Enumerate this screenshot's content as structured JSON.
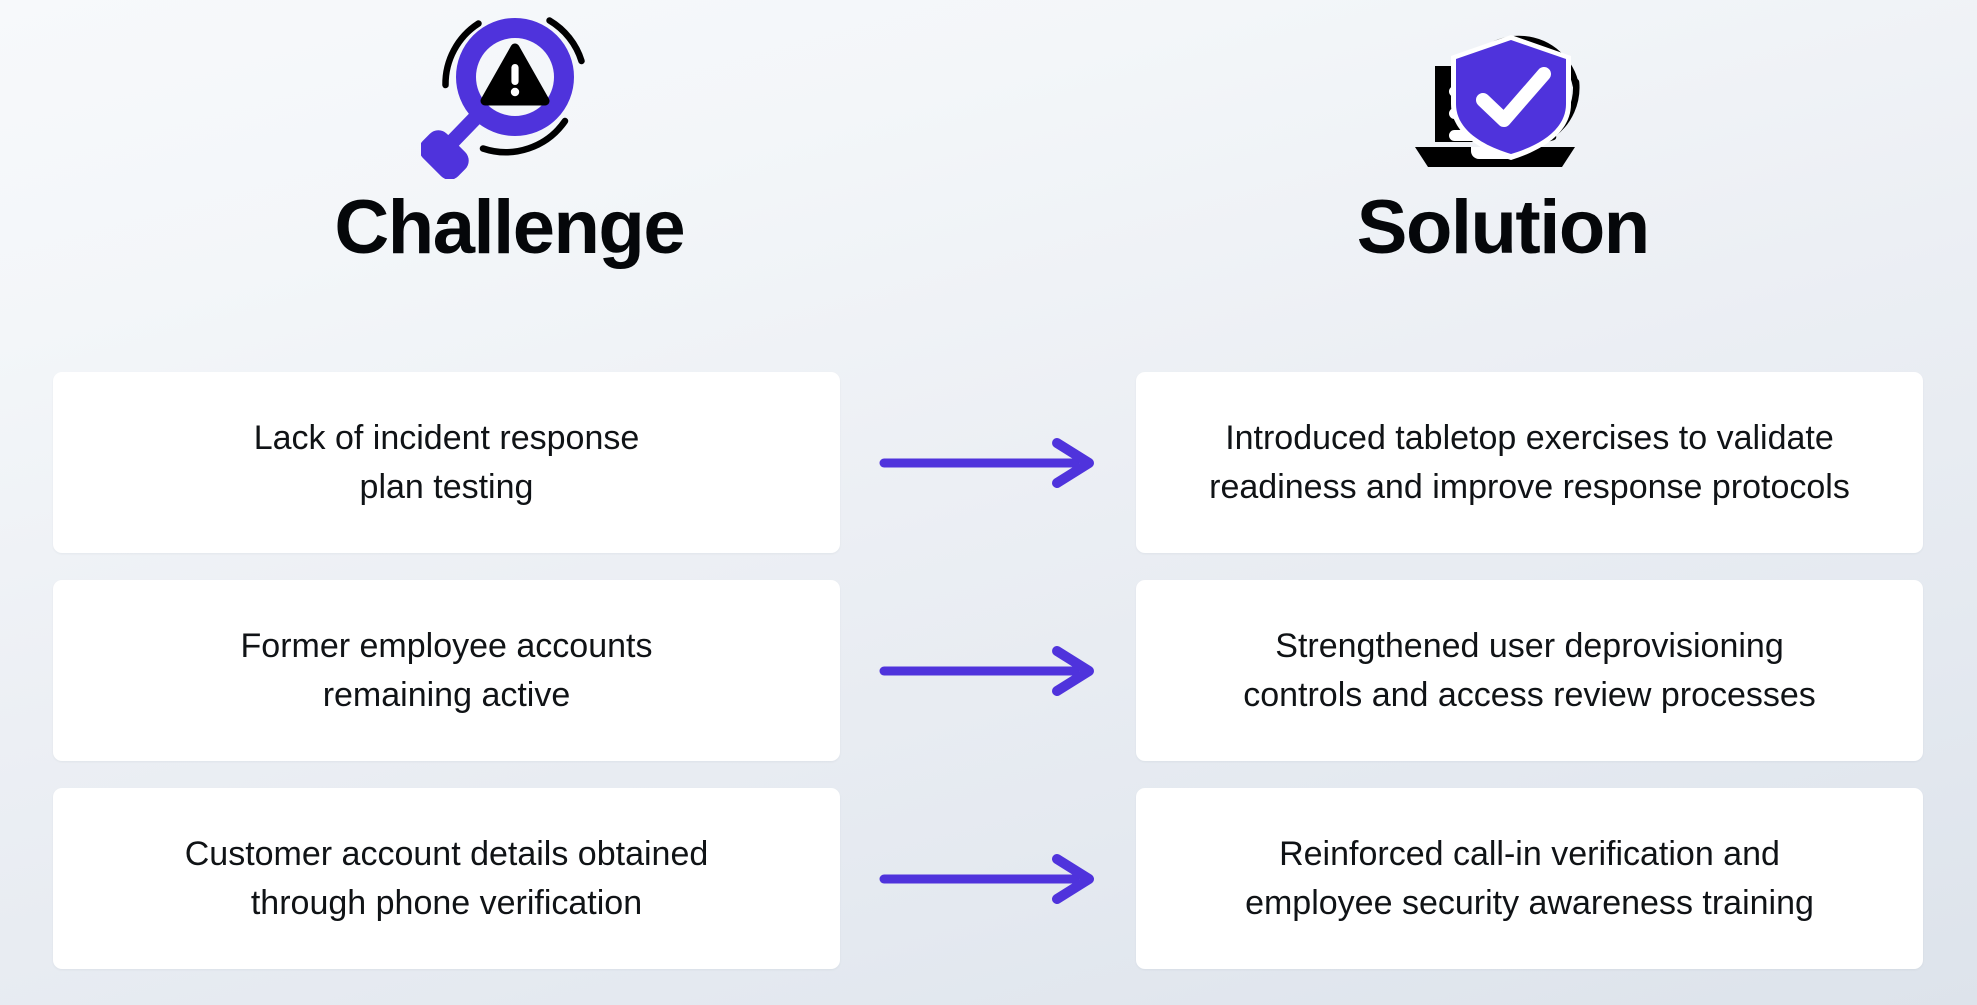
{
  "colors": {
    "accent_purple": "#4f33dc",
    "card_background": "#ffffff",
    "text_primary": "#101316",
    "heading": "#05070a",
    "background_top": "#f7f9fb",
    "background_bottom": "#dde3eb",
    "icon_black": "#000000"
  },
  "columns": {
    "challenge": {
      "title": "Challenge",
      "icon": "magnifier-warning-icon"
    },
    "solution": {
      "title": "Solution",
      "icon": "laptop-shield-check-icon"
    }
  },
  "rows": [
    {
      "challenge": "Lack of incident response\nplan testing",
      "arrow": "arrow-right-icon",
      "solution": "Introduced tabletop exercises to validate\nreadiness and improve response protocols"
    },
    {
      "challenge": "Former employee accounts\nremaining active",
      "arrow": "arrow-right-icon",
      "solution": "Strengthened user deprovisioning\ncontrols and access review processes"
    },
    {
      "challenge": "Customer account details obtained\nthrough phone verification",
      "arrow": "arrow-right-icon",
      "solution": "Reinforced call-in verification and\nemployee security awareness training"
    }
  ]
}
